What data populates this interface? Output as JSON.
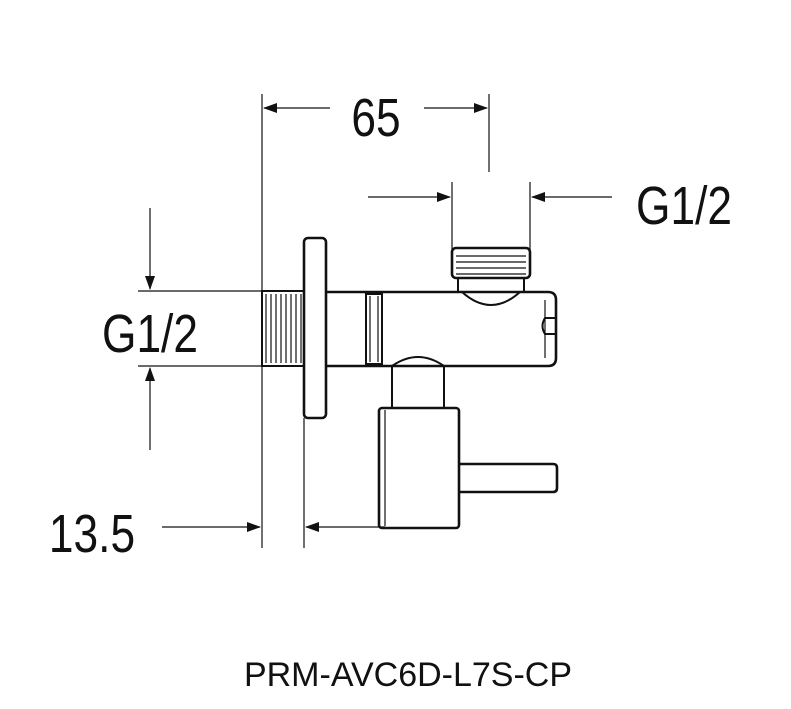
{
  "dimensions": {
    "overall_length": "65",
    "outlet_thread": "G1/2",
    "inlet_thread": "G1/2",
    "flange_offset": "13.5"
  },
  "model_code": "PRM-AVC6D-L7S-CP",
  "colors": {
    "line": "#111111",
    "background": "#ffffff"
  }
}
